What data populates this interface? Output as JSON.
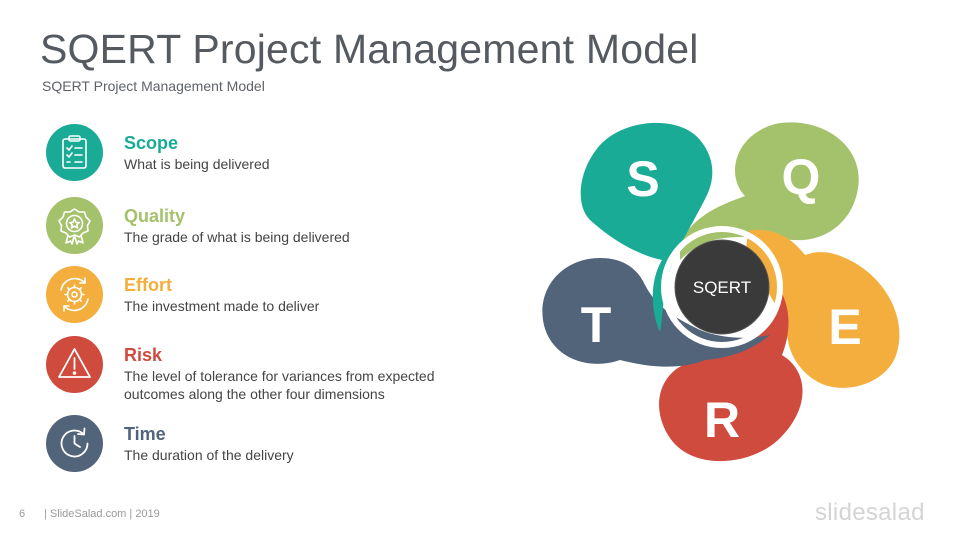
{
  "title": "SQERT Project Management Model",
  "subtitle": "SQERT Project Management Model",
  "items": [
    {
      "name": "Scope",
      "desc": "What is being delivered",
      "color": "#1aab96",
      "icon": "checklist-icon"
    },
    {
      "name": "Quality",
      "desc": "The grade of what is being delivered",
      "color": "#a4c16b",
      "icon": "award-icon"
    },
    {
      "name": "Effort",
      "desc": "The investment made to deliver",
      "color": "#f3ae3d",
      "icon": "gear-cycle-icon"
    },
    {
      "name": "Risk",
      "desc": "The level of tolerance for variances from expected outcomes along the other four dimensions",
      "color": "#cf4b3e",
      "icon": "warning-icon"
    },
    {
      "name": "Time",
      "desc": "The duration of the delivery",
      "color": "#51647a",
      "icon": "clock-icon"
    }
  ],
  "diagram": {
    "center_label": "SQERT",
    "petals": [
      {
        "letter": "S",
        "color": "#1aab96"
      },
      {
        "letter": "Q",
        "color": "#a4c16b"
      },
      {
        "letter": "E",
        "color": "#f3ae3d"
      },
      {
        "letter": "R",
        "color": "#cf4b3e"
      },
      {
        "letter": "T",
        "color": "#51647a"
      }
    ],
    "center_color": "#3a3a3a"
  },
  "footer": {
    "page_number": "6",
    "credit": "| SlideSalad.com | 2019",
    "brand": "slidesalad"
  }
}
